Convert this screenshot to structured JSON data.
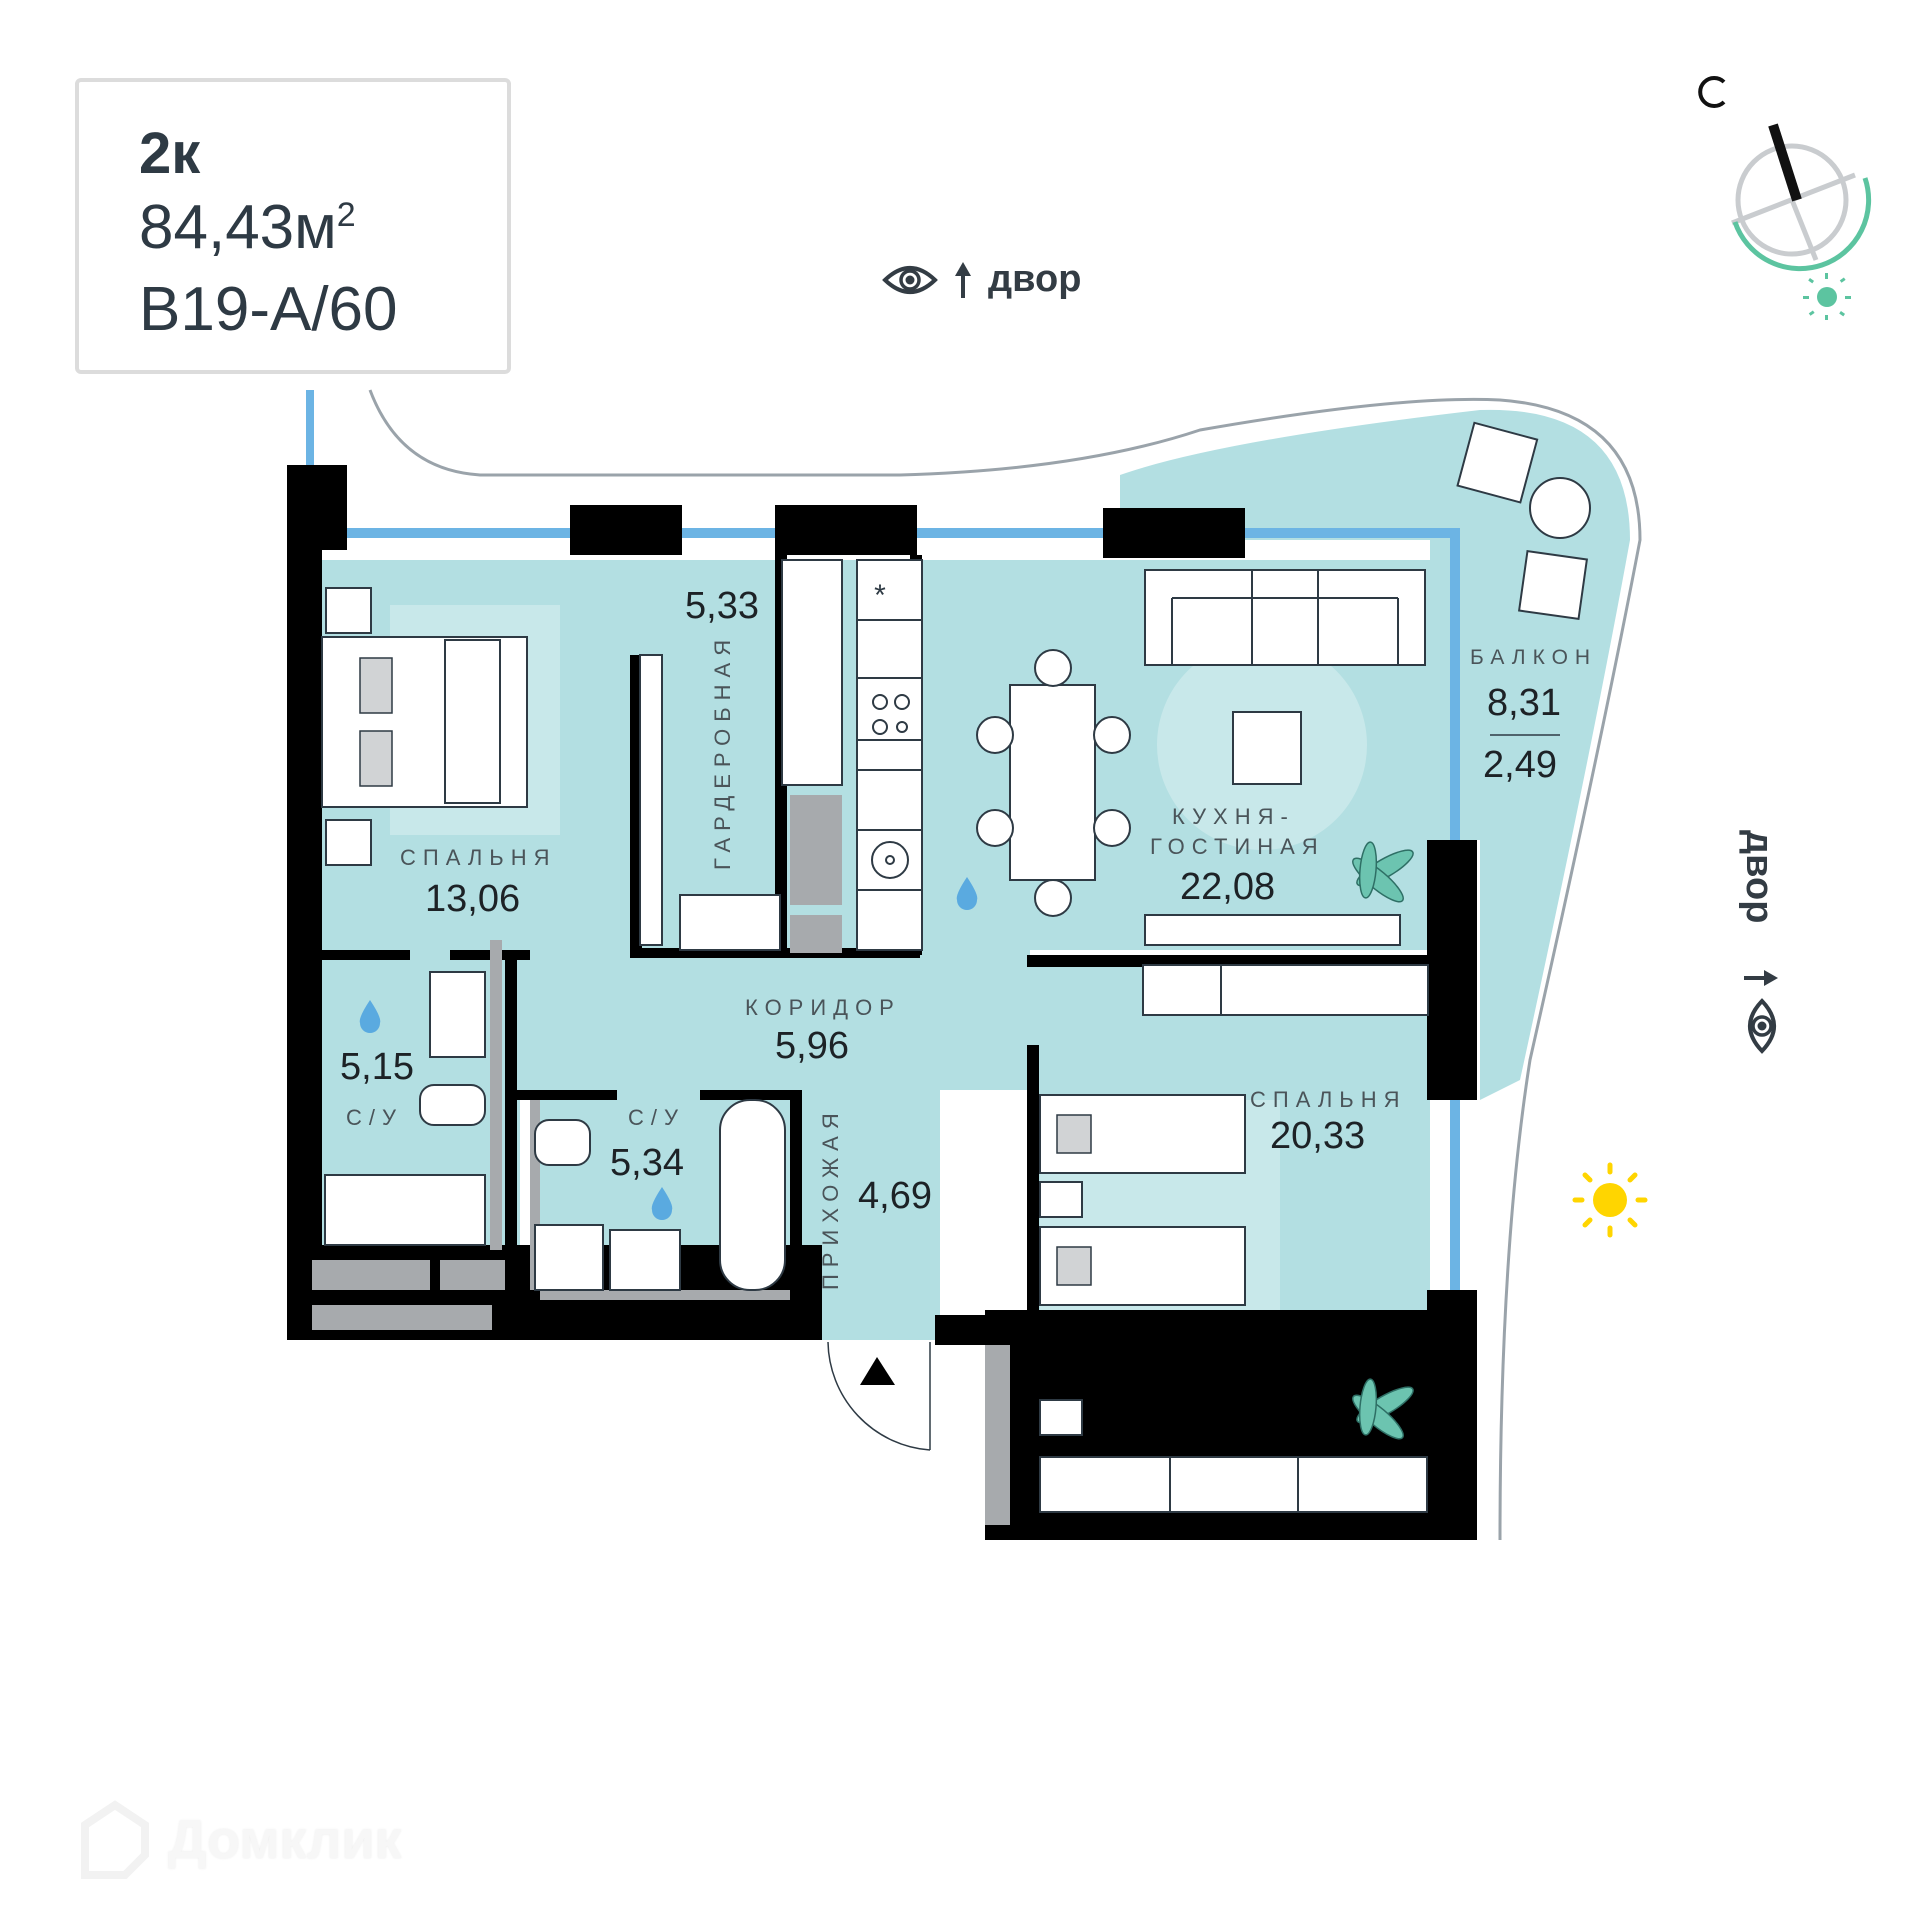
{
  "apartment": {
    "rooms": "2к",
    "area": "84,43м",
    "area_sup": "2",
    "code": "B19-A/60"
  },
  "views": {
    "top": {
      "icon": "eye-icon",
      "arrow": "arrow-up-icon",
      "label": "двор"
    },
    "right": {
      "icon": "eye-icon",
      "arrow": "arrow-right-icon",
      "label": "двор"
    }
  },
  "compass": {
    "north_label": "С",
    "accent_color": "#5cc4a0"
  },
  "sun_indicator": {
    "color": "#ffd500"
  },
  "rooms": [
    {
      "id": "bedroom1",
      "label": "СПАЛЬНЯ",
      "area": "13,06"
    },
    {
      "id": "wardrobe",
      "label": "ГАРДЕРОБНАЯ",
      "area": "5,33"
    },
    {
      "id": "kitchen_living",
      "label_line1": "КУХНЯ-",
      "label_line2": "ГОСТИНАЯ",
      "area": "22,08"
    },
    {
      "id": "balcony",
      "label": "БАЛКОН",
      "area": "8,31",
      "area_coef": "2,49"
    },
    {
      "id": "bath1",
      "label": "С/У",
      "area": "5,15"
    },
    {
      "id": "corridor",
      "label": "КОРИДОР",
      "area": "5,96"
    },
    {
      "id": "bath2",
      "label": "С/У",
      "area": "5,34"
    },
    {
      "id": "hallway",
      "label": "ПРИХОЖАЯ",
      "area": "4,69"
    },
    {
      "id": "bedroom2",
      "label": "СПАЛЬНЯ",
      "area": "20,33"
    }
  ],
  "colors": {
    "floor": "#b3dfe2",
    "wall": "#000000",
    "window": "#6cb4e4",
    "text_dark": "#2e3a44",
    "plant": "#6cc4b0"
  },
  "watermark": {
    "text": "Домклик"
  }
}
